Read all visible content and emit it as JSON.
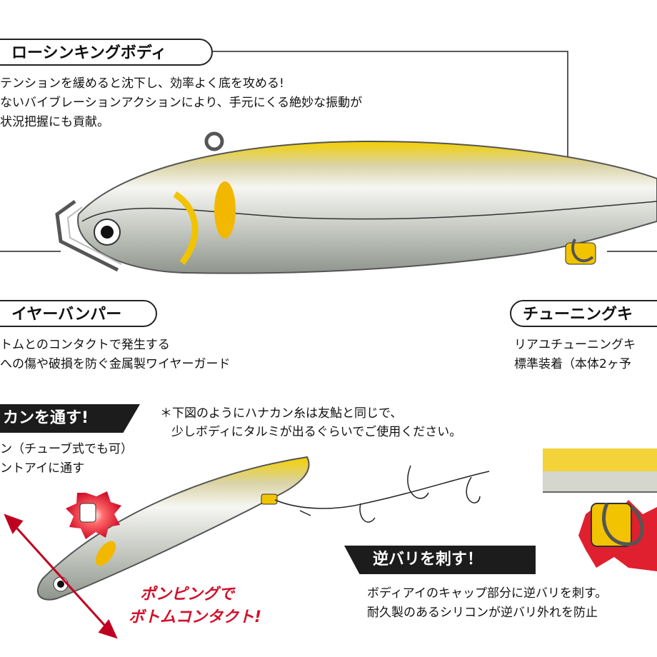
{
  "section_slow_sinking": {
    "title": "ローシンキングボディ",
    "lines": [
      "テンションを緩めると沈下し、効率よく底を攻める!",
      "ないバイブレーションアクションにより、手元にくる絶妙な振動が",
      "状況把握にも貢献。"
    ]
  },
  "section_wire_bumper": {
    "title": "イヤーバンパー",
    "lines": [
      "トムとのコンタクトで発生する",
      "への傷や破損を防ぐ金属製ワイヤーガード"
    ]
  },
  "section_tuning": {
    "title": "チューニングキ",
    "lines": [
      "リアユチューニングキ",
      "標準装着（本体2ヶ予"
    ]
  },
  "section_hanakan": {
    "banner": "カンを通す!",
    "lines": [
      "ン（チューブ式でも可）",
      "ントアイに通す"
    ]
  },
  "note": {
    "lines": [
      "＊下図のようにハナカン糸は友鮎と同じで、",
      "少しボディにタルミが出るぐらいでご使用ください。"
    ]
  },
  "section_reverse_hook": {
    "banner": "逆バリを刺す！",
    "lines": [
      "ボディアイのキャップ部分に逆バリを刺す。",
      "耐久製のあるシリコンが逆バリ外れを防止"
    ]
  },
  "pumping": {
    "lines": [
      "ポンピングで",
      "ボトムコンタクト!"
    ]
  },
  "colors": {
    "accent_red": "#d2102a",
    "lure_yellow": "#f2c300",
    "banner_black": "#1c1c1c"
  }
}
